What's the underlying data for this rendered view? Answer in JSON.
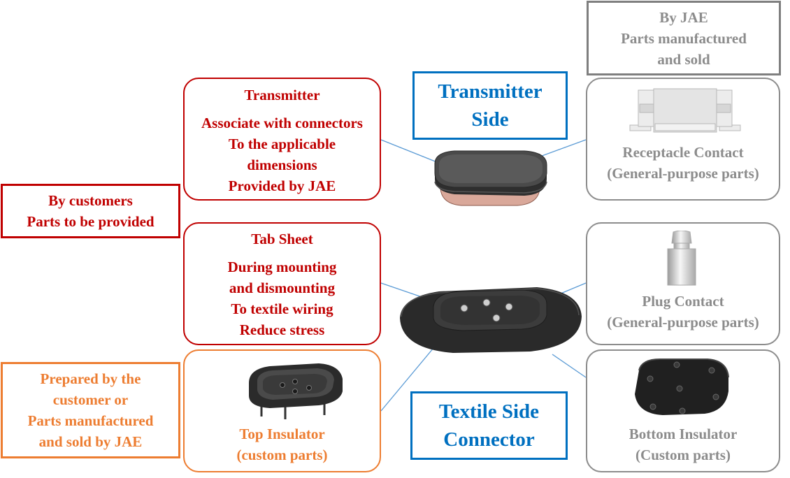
{
  "colors": {
    "red": "#c00000",
    "orange": "#ed7d31",
    "blue": "#0070c0",
    "gray": "#7f7f7f",
    "gray_text": "#8c8c8c",
    "leader": "#5b9bd5"
  },
  "legend": {
    "jae": [
      "By JAE",
      "Parts manufactured",
      "and sold"
    ],
    "customers": [
      "By customers",
      "Parts to be provided"
    ],
    "prepared": [
      "Prepared by the",
      "customer or",
      "Parts manufactured",
      "and sold by JAE"
    ]
  },
  "sides": {
    "transmitter": [
      "Transmitter",
      "Side"
    ],
    "textile": [
      "Textile Side",
      "Connector"
    ]
  },
  "parts": {
    "transmitter": {
      "title": "Transmitter",
      "desc": [
        "Associate with connectors",
        "To the applicable",
        "dimensions",
        "Provided by JAE"
      ]
    },
    "tab_sheet": {
      "title": "Tab Sheet",
      "desc": [
        "During mounting",
        "and dismounting",
        "To textile wiring",
        "Reduce stress"
      ]
    },
    "top_insulator": {
      "lines": [
        "Top Insulator",
        "(custom parts)"
      ]
    },
    "receptacle_contact": {
      "lines": [
        "Receptacle Contact",
        "(General-purpose parts)"
      ]
    },
    "plug_contact": {
      "lines": [
        "Plug Contact",
        "(General-purpose parts)"
      ]
    },
    "bottom_insulator": {
      "lines": [
        "Bottom Insulator",
        "(Custom parts)"
      ]
    }
  }
}
